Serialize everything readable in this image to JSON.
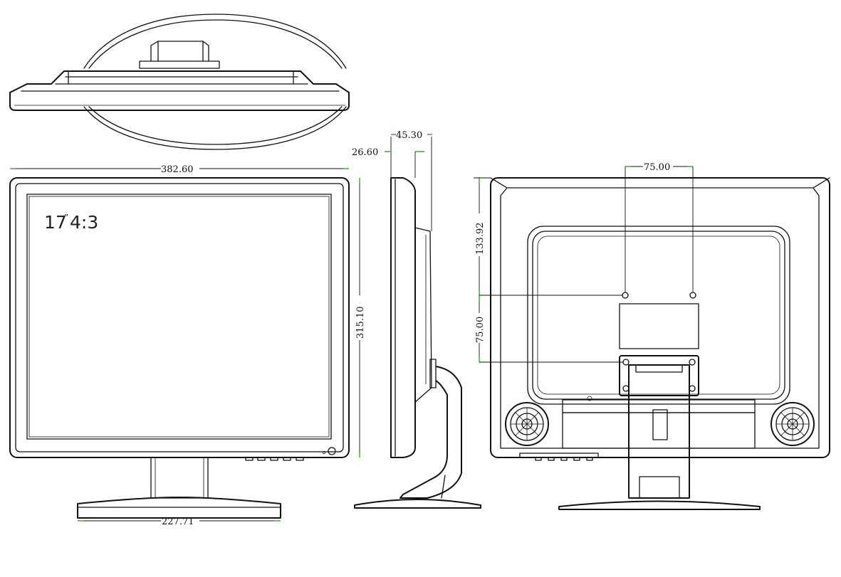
{
  "screen_label": {
    "size": "17",
    "inch_mark": "”",
    "ratio": "4:3"
  },
  "dimensions": {
    "width": "382.60",
    "height": "315.10",
    "base_width": "227.71",
    "depth_total": "45.30",
    "depth_panel": "26.60",
    "vesa_horizontal": "75.00",
    "vesa_vertical": "75.00",
    "vesa_offset_top": "133.92"
  },
  "colors": {
    "line": "#111111",
    "dimension_tick": "#3dbd3d",
    "background": "#ffffff"
  }
}
